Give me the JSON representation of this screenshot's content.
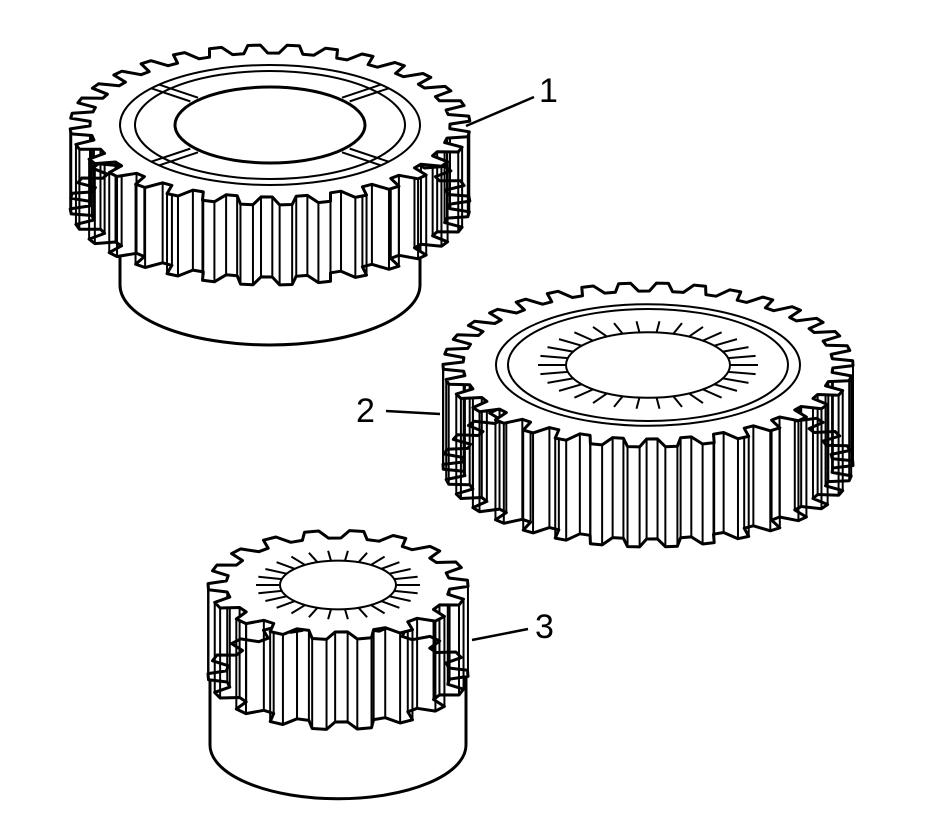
{
  "diagram": {
    "parts": [
      {
        "callout": "1",
        "icon": "hub-gear-icon"
      },
      {
        "callout": "2",
        "icon": "splined-gear-icon"
      },
      {
        "callout": "3",
        "icon": "small-splined-gear-icon"
      }
    ],
    "colors": {
      "line": "#000000",
      "fill": "#ffffff"
    }
  }
}
